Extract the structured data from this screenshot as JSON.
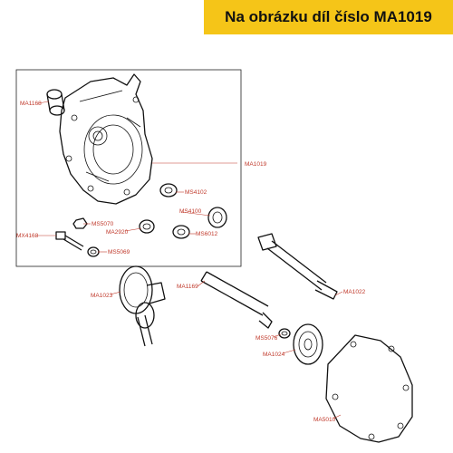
{
  "header": {
    "text": "Na obrázku díl číslo MA1019"
  },
  "labels": {
    "ma1168": "MA1168",
    "ma1019": "MA1019",
    "ms4102": "MS4102",
    "ms4100": "MS4100",
    "ms5070": "MS5070",
    "mx4168": "MX4168",
    "ma2920": "MA2920",
    "ms6012": "MS6012",
    "ms5069": "MS5069",
    "ma1023": "MA1023",
    "ma1169": "MA1169",
    "ma1022": "MA1022",
    "ms5076": "MS5076",
    "ma1024": "MA1024",
    "ma5010": "MA5010"
  },
  "colors": {
    "banner": "#f5c518",
    "label": "#c0392b",
    "line": "#111111"
  }
}
